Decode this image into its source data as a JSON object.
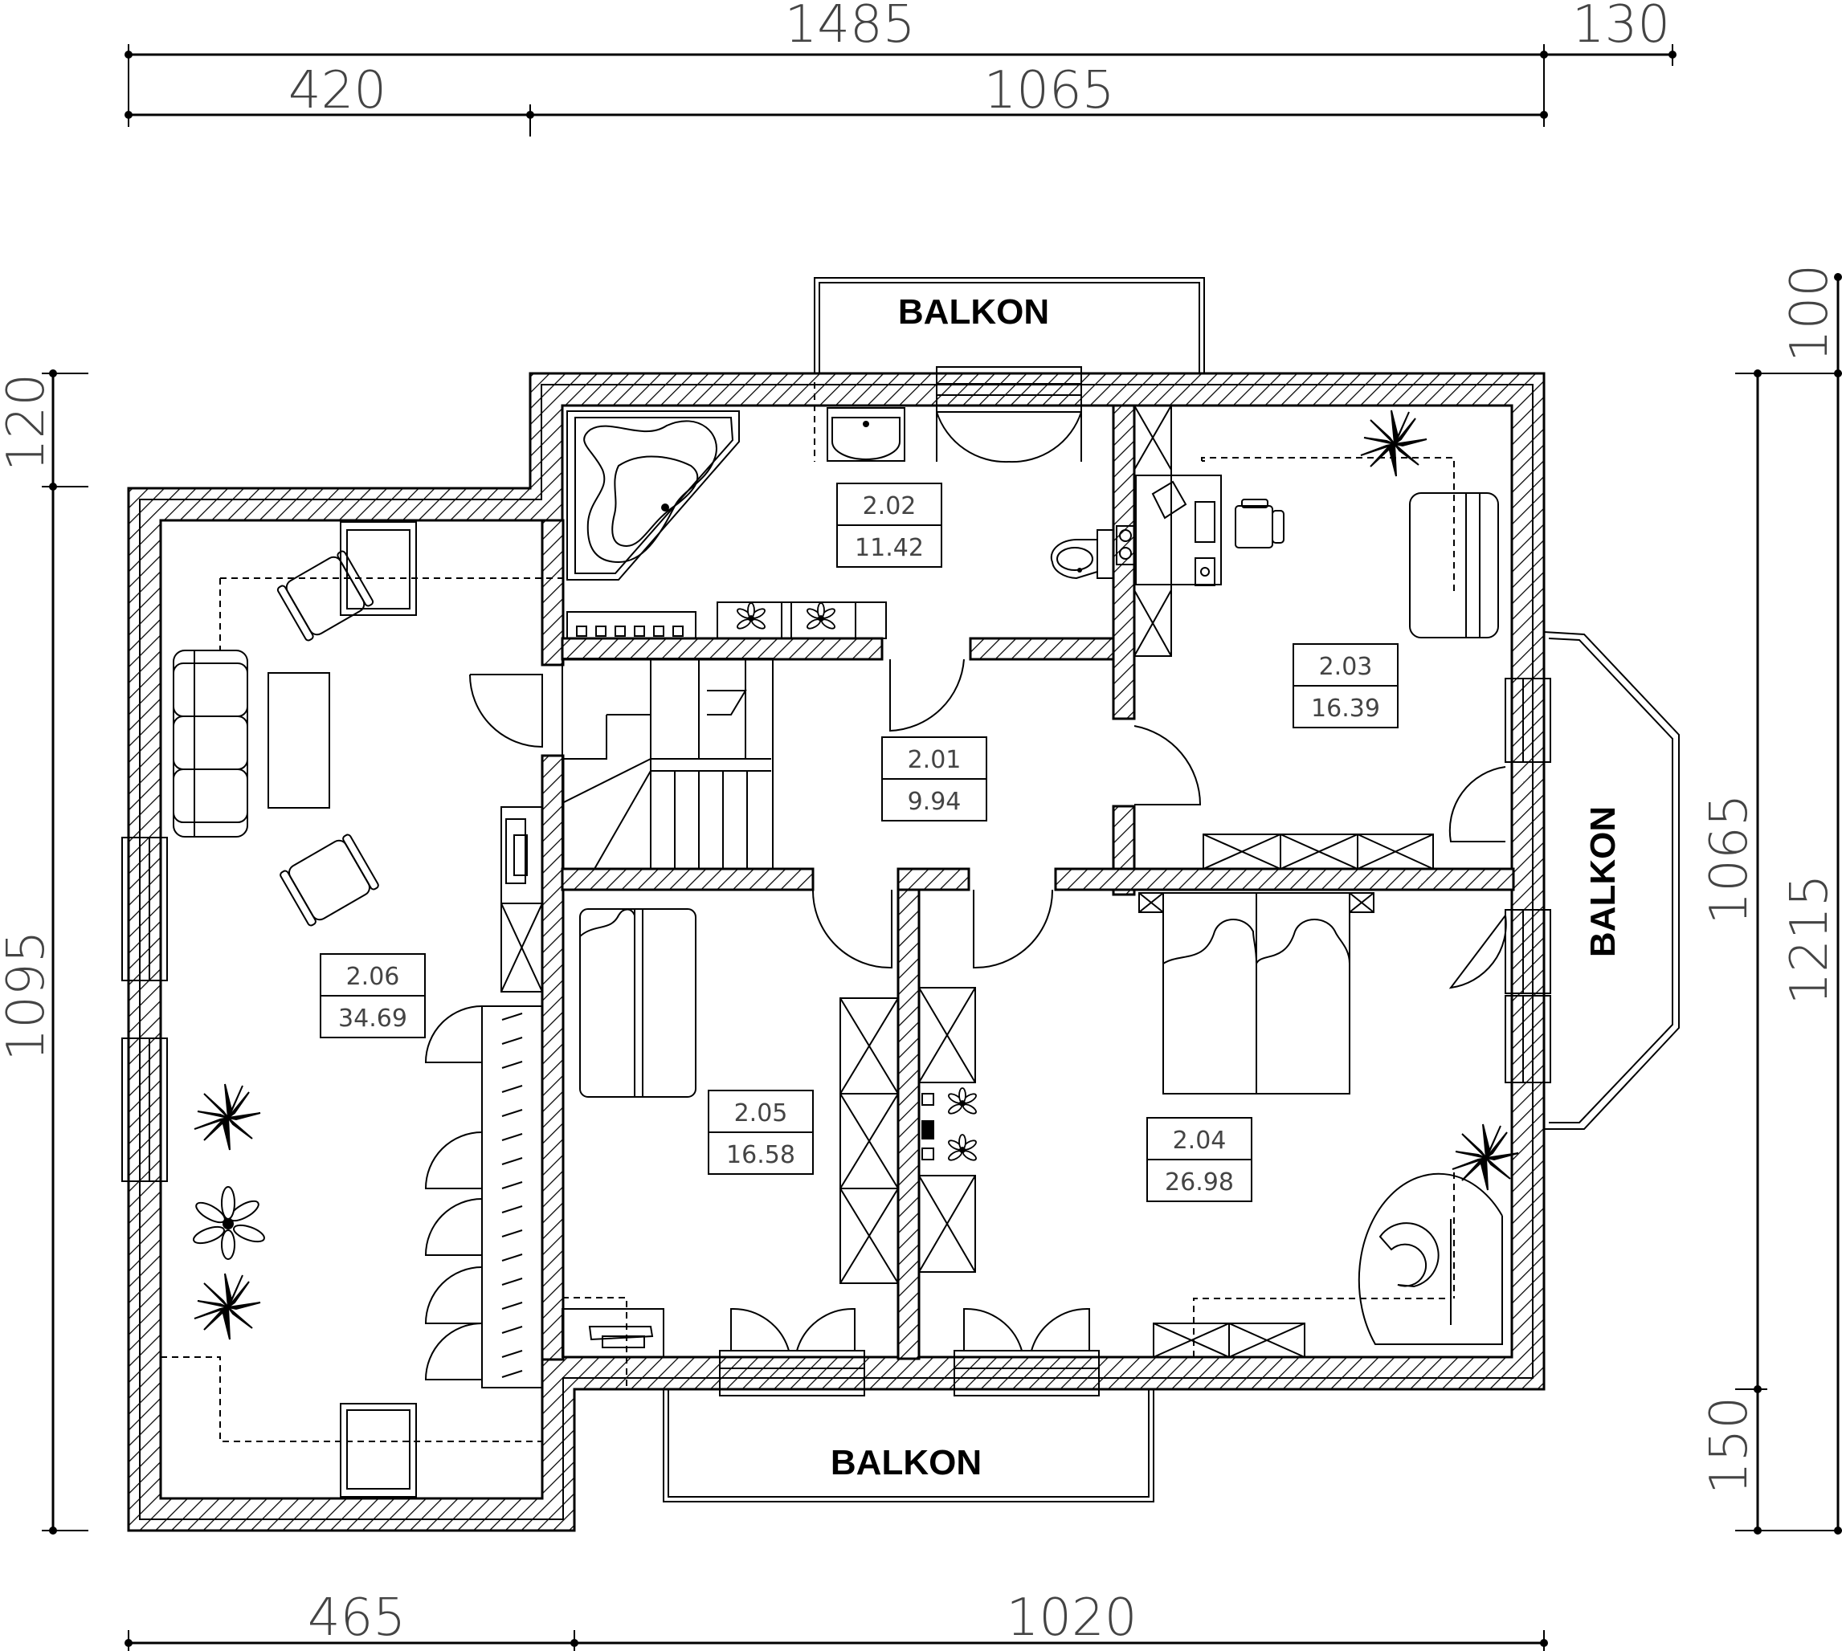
{
  "dimensions": {
    "top_total": "1485",
    "top_right": "130",
    "top_left": "420",
    "top_mid": "1065",
    "left_upper": "120",
    "left_total": "1095",
    "right_top": "100",
    "right_mid": "1065",
    "right_total": "1215",
    "right_bottom": "150",
    "bottom_left": "465",
    "bottom_right": "1020"
  },
  "balconies": {
    "top": "BALKON",
    "right": "BALKON",
    "bottom": "BALKON"
  },
  "rooms": [
    {
      "number": "2.01",
      "area": "9.94"
    },
    {
      "number": "2.02",
      "area": "11.42"
    },
    {
      "number": "2.03",
      "area": "16.39"
    },
    {
      "number": "2.04",
      "area": "26.98"
    },
    {
      "number": "2.05",
      "area": "16.58"
    },
    {
      "number": "2.06",
      "area": "34.69"
    }
  ],
  "colors": {
    "line": "#000000",
    "dimension_text": "#444444",
    "background": "#ffffff"
  },
  "icons": [
    "bathtub-icon",
    "sink-icon",
    "toilet-icon",
    "plant-icon",
    "sofa-icon",
    "armchair-icon",
    "bed-icon",
    "desk-icon",
    "door-swing-icon",
    "window-icon",
    "staircase-icon",
    "wardrobe-icon"
  ]
}
